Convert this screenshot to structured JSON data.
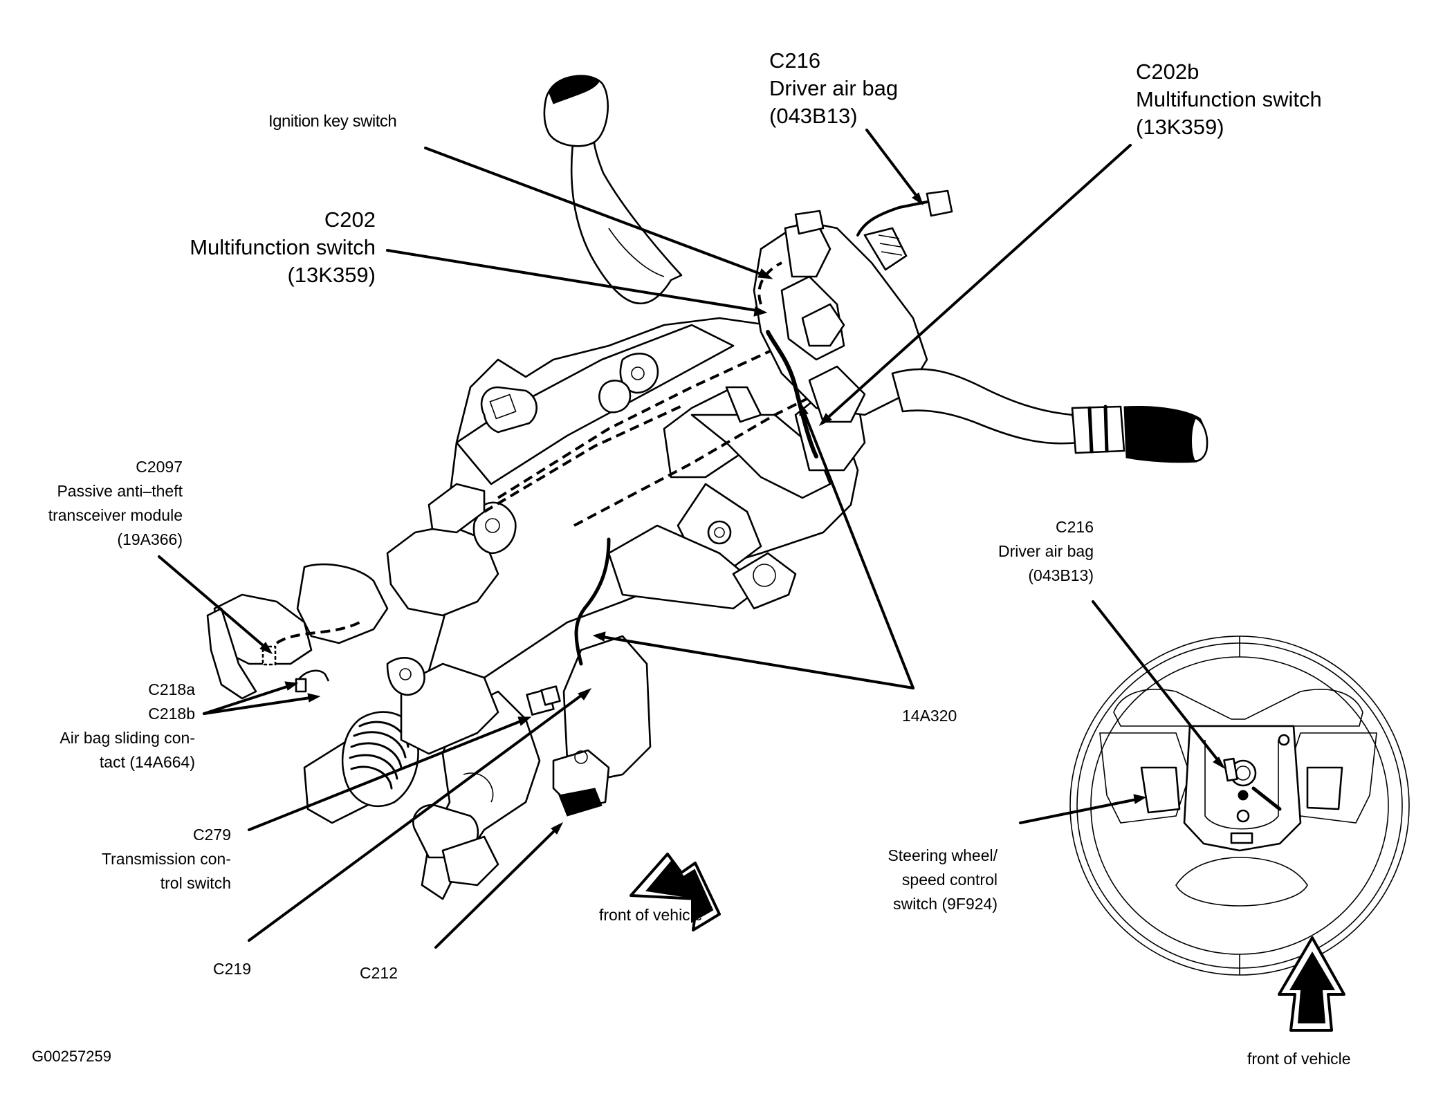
{
  "figure_id": "G00257259",
  "labels": {
    "ignition_key_switch": {
      "lines": [
        "Ignition key switch"
      ]
    },
    "c202": {
      "lines": [
        "C202",
        "Multifunction switch",
        "(13K359)"
      ]
    },
    "c216_top": {
      "lines": [
        "C216",
        "Driver air bag",
        "(043B13)"
      ]
    },
    "c202b": {
      "lines": [
        "C202b",
        "Multifunction switch",
        "(13K359)"
      ]
    },
    "c2097": {
      "lines": [
        "C2097",
        "Passive anti–theft",
        "transceiver module",
        "(19A366)"
      ]
    },
    "c218": {
      "lines": [
        "C218a",
        "C218b",
        "Air bag sliding con-",
        "tact (14A664)"
      ]
    },
    "c279": {
      "lines": [
        "C279",
        "Transmission con-",
        "trol switch"
      ]
    },
    "c219": {
      "lines": [
        "C219"
      ]
    },
    "c212": {
      "lines": [
        "C212"
      ]
    },
    "harness_14a320": {
      "lines": [
        "14A320"
      ]
    },
    "c216_wheel": {
      "lines": [
        "C216",
        "Driver air bag",
        "(043B13)"
      ]
    },
    "steering_wheel_switch": {
      "lines": [
        "Steering wheel/",
        "speed control",
        "switch (9F924)"
      ]
    },
    "front_of_vehicle_1": {
      "lines": [
        "front of vehicle"
      ]
    },
    "front_of_vehicle_2": {
      "lines": [
        "front of vehicle"
      ]
    }
  },
  "components": [
    "steering-column-assembly",
    "shift-lever",
    "multifunction-switch-stalk",
    "clockspring",
    "ignition-lock-cylinder",
    "steering-wheel"
  ],
  "icons": {
    "direction_arrow_1": "arrow-down-left-icon",
    "direction_arrow_2": "arrow-up-icon"
  }
}
